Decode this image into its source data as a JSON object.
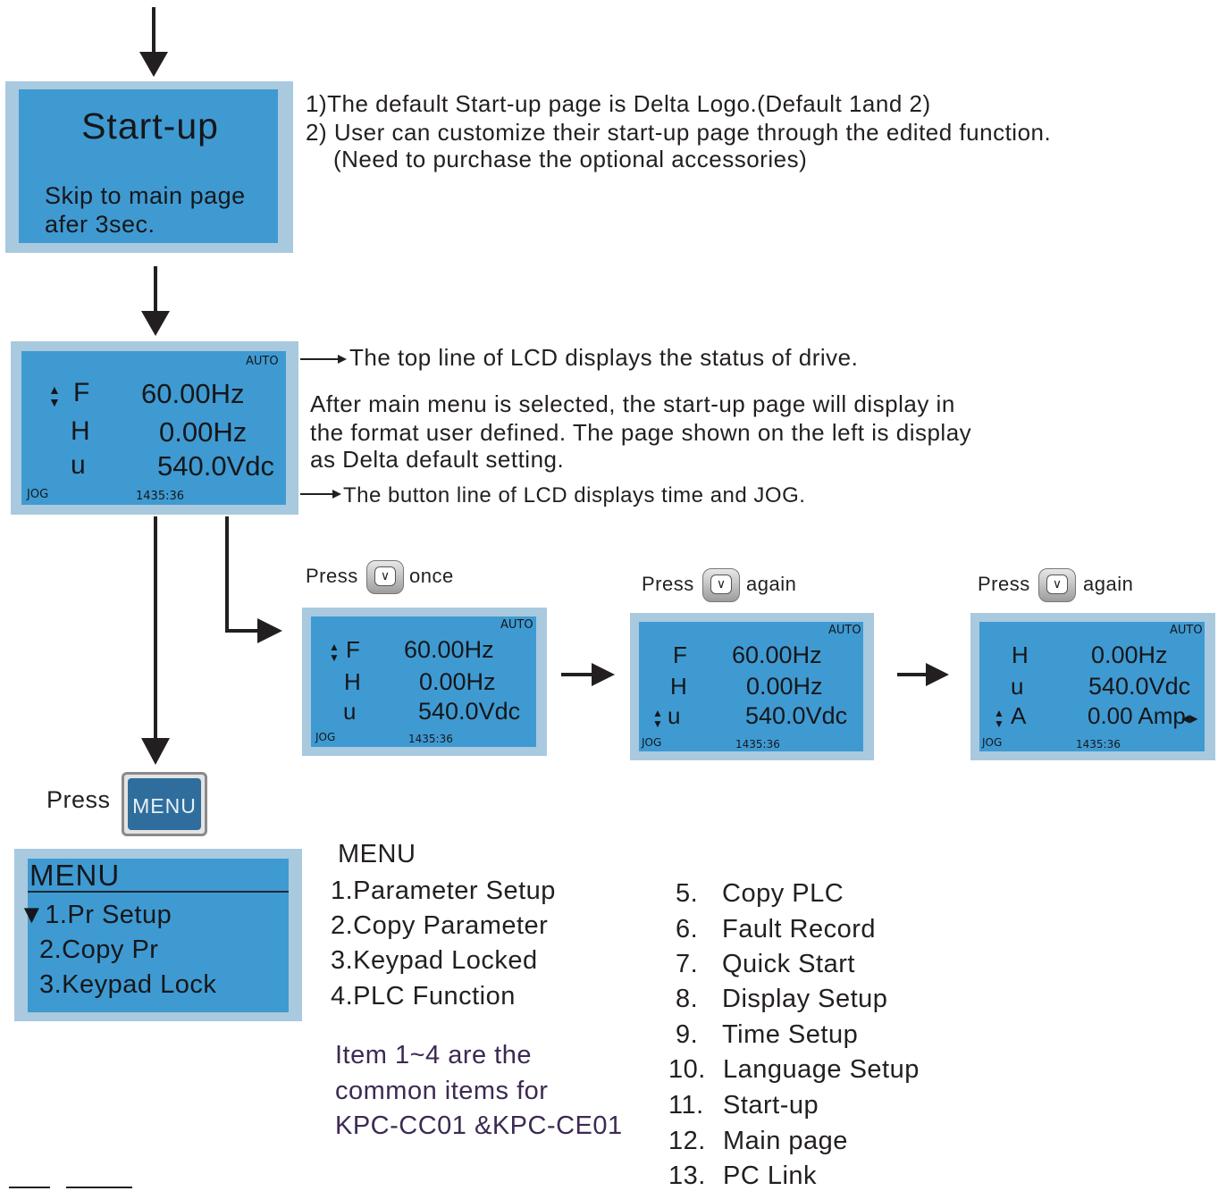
{
  "startup_screen": {
    "title": "Start-up",
    "line1": "Skip to main page",
    "line2": "afer 3sec."
  },
  "startup_notes": [
    "1)The default Start-up page is Delta Logo.(Default 1and 2)",
    "2) User can customize their start-up page through the edited function.",
    "(Need to purchase the optional accessories)"
  ],
  "main_screen": {
    "status": "AUTO",
    "rows": [
      {
        "arrow": "▲▼",
        "label": "F",
        "value": "60.00Hz"
      },
      {
        "arrow": "",
        "label": "H",
        "value": "0.00Hz"
      },
      {
        "arrow": "",
        "label": "u",
        "value": "540.0Vdc"
      }
    ],
    "jog": "JOG",
    "time": "1435:36"
  },
  "main_notes": {
    "top_line": "The top line of LCD displays the status of drive.",
    "paragraph": [
      "After main menu is selected, the start-up page will display in",
      "the format user defined. The page shown on the left is display",
      "as Delta default setting."
    ],
    "bottom_line": "The button line of LCD displays time and JOG."
  },
  "press_steps": [
    {
      "press": "Press",
      "after": "once",
      "key_icon": "down-arrow-key",
      "screen": {
        "status": "AUTO",
        "rows": [
          {
            "arrow": "▲▼",
            "label": "F",
            "value": "60.00Hz"
          },
          {
            "arrow": "",
            "label": "H",
            "value": "0.00Hz"
          },
          {
            "arrow": "",
            "label": "u",
            "value": "540.0Vdc"
          }
        ],
        "jog": "JOG",
        "time": "1435:36"
      }
    },
    {
      "press": "Press",
      "after": "again",
      "key_icon": "down-arrow-key",
      "screen": {
        "status": "AUTO",
        "rows": [
          {
            "arrow": "",
            "label": "F",
            "value": "60.00Hz"
          },
          {
            "arrow": "",
            "label": "H",
            "value": "0.00Hz"
          },
          {
            "arrow": "▲▼",
            "label": "u",
            "value": "540.0Vdc"
          }
        ],
        "jog": "JOG",
        "time": "1435:36"
      }
    },
    {
      "press": "Press",
      "after": "again",
      "key_icon": "down-arrow-key",
      "screen": {
        "status": "AUTO",
        "rows": [
          {
            "arrow": "",
            "label": "H",
            "value": "0.00Hz"
          },
          {
            "arrow": "",
            "label": "u",
            "value": "540.0Vdc"
          },
          {
            "arrow": "▲▼",
            "label": "A",
            "value": "0.00 Amp"
          }
        ],
        "jog": "JOG",
        "time": "1435:36"
      }
    }
  ],
  "menu_press": {
    "press": "Press",
    "key_label": "MENU"
  },
  "menu_screen": {
    "title": "MENU",
    "items": [
      "▼1.Pr Setup",
      "2.Copy Pr",
      "3.Keypad Lock"
    ]
  },
  "menu_list": {
    "heading": "MENU",
    "left": [
      "1.Parameter Setup",
      "2.Copy Parameter",
      "3.Keypad Locked",
      "4.PLC Function"
    ],
    "right_numbers": [
      "5.",
      "6.",
      "7.",
      "8.",
      "9.",
      "10.",
      "11.",
      "12.",
      "13."
    ],
    "right_labels": [
      "Copy PLC",
      "Fault Record",
      "Quick Start",
      "Display Setup",
      "Time Setup",
      "Language Setup",
      "Start-up",
      "Main page",
      "PC Link"
    ],
    "note": [
      "Item 1~4 are the",
      "common items for",
      "KPC-CC01 &KPC-CE01"
    ]
  },
  "colors": {
    "lcd_bg": "#3f9ad2",
    "lcd_frame": "#a9c9df",
    "menu_key": "#2f6e9c",
    "note_text": "#3c2a52"
  }
}
